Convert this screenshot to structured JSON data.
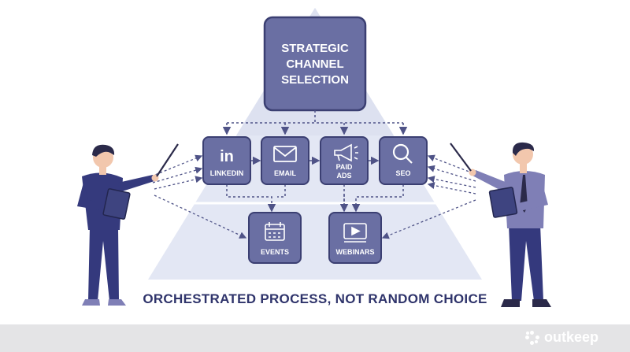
{
  "diagram": {
    "top_node": {
      "line1": "STRATEGIC",
      "line2": "CHANNEL",
      "line3": "SELECTION"
    },
    "channels": [
      {
        "id": "linkedin",
        "icon": "linkedin-icon",
        "lines": [
          "LINKEDIN"
        ]
      },
      {
        "id": "email",
        "icon": "envelope-icon",
        "lines": [
          "EMAIL"
        ]
      },
      {
        "id": "paid-ads",
        "icon": "megaphone-icon",
        "lines": [
          "PAID",
          "ADS"
        ]
      },
      {
        "id": "seo",
        "icon": "magnifier-icon",
        "lines": [
          "SEO"
        ]
      }
    ],
    "secondary": [
      {
        "id": "events",
        "icon": "calendar-icon",
        "lines": [
          "EVENTS"
        ]
      },
      {
        "id": "webinars",
        "icon": "video-player-icon",
        "lines": [
          "WEBINARS"
        ]
      }
    ],
    "linkedin_glyph": "in",
    "tagline": "ORCHESTRATED PROCESS, NOT RANDOM CHOICE"
  },
  "brand": {
    "name": "outkeep"
  },
  "colors": {
    "node_fill": "#6a6fa3",
    "node_stroke": "#3b3f72",
    "pyramid": "#e3e7f4",
    "arrow": "#4f5387",
    "tagline": "#2f346b",
    "person_skin": "#f2c7ad",
    "person_hair": "#2b2a4a",
    "person_dark": "#353a7d",
    "person_light": "#7f7fb6"
  }
}
